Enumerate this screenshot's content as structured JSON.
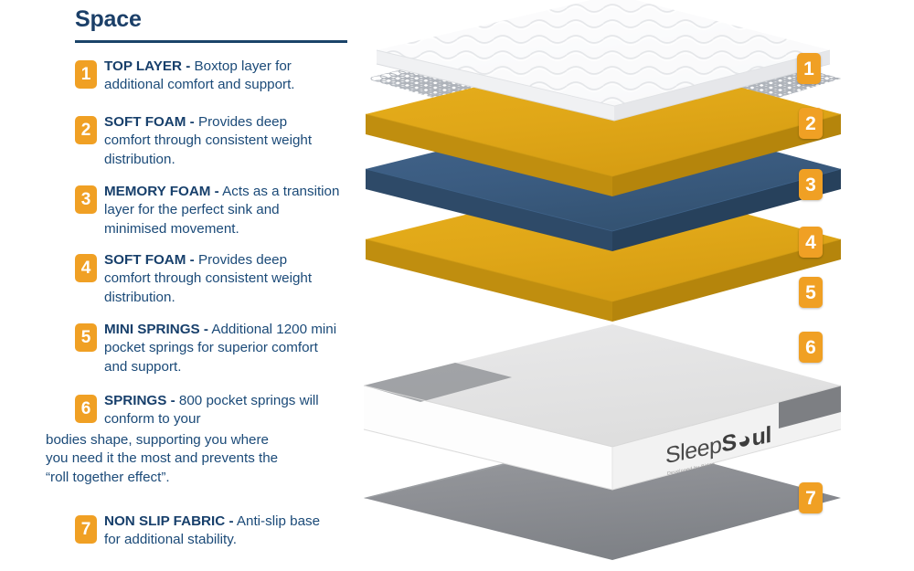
{
  "page": {
    "title": "Space",
    "accent_orange": "#F0A024",
    "text_blue": "#1b4a78",
    "heading_blue": "#1b3f68",
    "foam_gold": "#E0A81A",
    "memory_blue": "#3A5E84",
    "base_white": "#F4F4F4",
    "fabric_grey": "#8E9094"
  },
  "legend": {
    "items": [
      {
        "number": "1",
        "title": "TOP LAYER",
        "dash": "-",
        "body": "Boxtop layer for additional comfort and support."
      },
      {
        "number": "2",
        "title": "SOFT FOAM",
        "dash": "-",
        "body": "Provides deep comfort through consistent weight distribution."
      },
      {
        "number": "3",
        "title": "MEMORY FOAM",
        "dash": "-",
        "body": "Acts as a transition layer for the perfect sink and minimised movement."
      },
      {
        "number": "4",
        "title": "SOFT FOAM",
        "dash": "-",
        "body": "Provides deep comfort through consistent weight distribution."
      },
      {
        "number": "5",
        "title": "MINI SPRINGS",
        "dash": "-",
        "body": "Additional 1200 mini pocket springs for superior comfort and support."
      },
      {
        "number": "6",
        "title": "SPRINGS",
        "dash": "-",
        "body": "800 pocket springs will conform to your",
        "body_overflow": "bodies shape, supporting you where you need it the most and prevents the “roll together effect”."
      },
      {
        "number": "7",
        "title": "NON SLIP FABRIC",
        "dash": "-",
        "body": "Anti-slip base for additional stability."
      }
    ]
  },
  "diagram": {
    "layer_badges": [
      {
        "number": "1",
        "layer": "top-layer"
      },
      {
        "number": "2",
        "layer": "soft-foam-upper"
      },
      {
        "number": "3",
        "layer": "memory-foam"
      },
      {
        "number": "4",
        "layer": "soft-foam-lower"
      },
      {
        "number": "5",
        "layer": "mini-springs"
      },
      {
        "number": "6",
        "layer": "pocket-springs"
      },
      {
        "number": "7",
        "layer": "non-slip-fabric"
      }
    ],
    "brand": {
      "name_part1": "Sleep",
      "name_part2": "S",
      "name_part3": "ul",
      "tagline": "Developed by Birlea"
    }
  }
}
